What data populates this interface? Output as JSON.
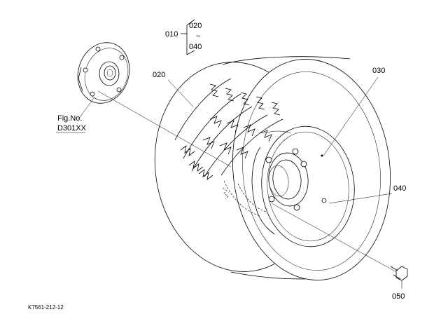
{
  "labels": {
    "part_010": "010",
    "part_020_top": "020",
    "part_tilde": "~",
    "part_040_top": "040",
    "part_020": "020",
    "part_030": "030",
    "part_040": "040",
    "part_050": "050",
    "fig_ref_line1": "Fig.No.",
    "fig_ref_line2": "D301XX",
    "drawing_code": "K7561-212-12"
  }
}
